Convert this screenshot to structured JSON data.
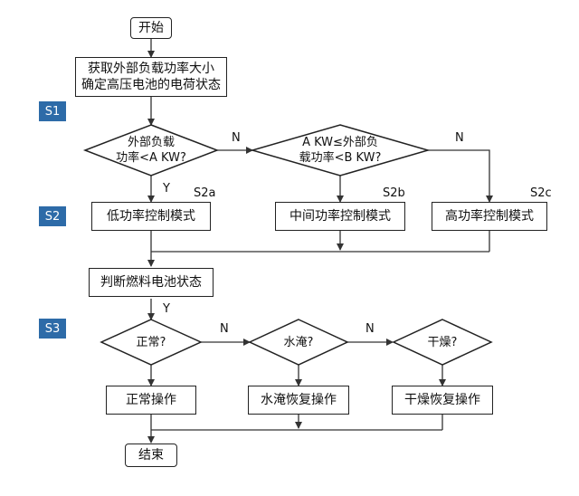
{
  "colors": {
    "step_badge": "#2d6ba8",
    "line": "#333333"
  },
  "steps": [
    "S1",
    "S2",
    "S3"
  ],
  "nodes": {
    "start": "开始",
    "acquire_line1": "获取外部负载功率大小",
    "acquire_line2": "确定高压电池的电荷状态",
    "d1_line1": "外部负载",
    "d1_line2": "功率<A KW?",
    "d2_line1": "A KW≤外部负",
    "d2_line2": "载功率<B KW?",
    "low_mode": "低功率控制模式",
    "mid_mode": "中间功率控制模式",
    "high_mode": "高功率控制模式",
    "judge": "判断燃料电池状态",
    "d_normal": "正常?",
    "d_flood": "水淹?",
    "d_dry": "干燥?",
    "normal_op": "正常操作",
    "flood_op": "水淹恢复操作",
    "dry_op": "干燥恢复操作",
    "end": "结束"
  },
  "labels": {
    "n1": "N",
    "n2": "N",
    "y1": "Y",
    "s2a": "S2a",
    "s2b": "S2b",
    "s2c": "S2c",
    "y2": "Y",
    "n3": "N",
    "n4": "N"
  }
}
